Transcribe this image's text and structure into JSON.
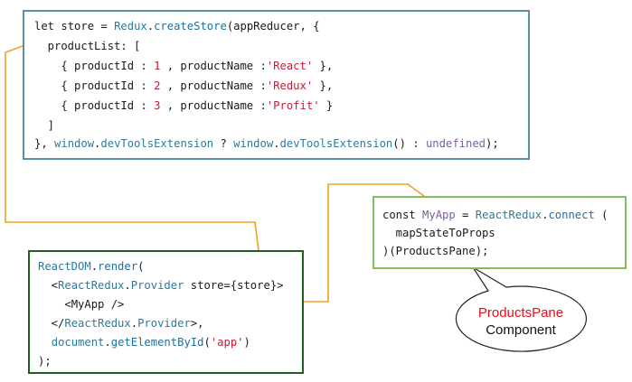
{
  "store_code": {
    "line1": {
      "a": "let ",
      "b": "store",
      "c": " = ",
      "d": "Redux",
      "e": ".",
      "f": "createStore",
      "g": "(appReducer, {"
    },
    "line2": "  productList: [",
    "items": [
      {
        "open": "    { productId : ",
        "id": "1",
        "mid": " , productName :",
        "name": "'React'",
        "close": " },"
      },
      {
        "open": "    { productId : ",
        "id": "2",
        "mid": " , productName :",
        "name": "'Redux'",
        "close": " },"
      },
      {
        "open": "    { productId : ",
        "id": "3",
        "mid": " , productName :",
        "name": "'Profit'",
        "close": " }"
      }
    ],
    "line6": "  ]",
    "line7": {
      "a": "}, ",
      "b": "window",
      "c": ".",
      "d": "devToolsExtension",
      "e": " ? ",
      "f": "window",
      "g": ".",
      "h": "devToolsExtension",
      "i": "() : ",
      "j": "undefined",
      "k": ");"
    }
  },
  "render_code": {
    "line1": {
      "a": "ReactDOM",
      "b": ".",
      "c": "render",
      "d": "("
    },
    "line2": {
      "a": "  <",
      "b": "ReactRedux",
      "c": ".",
      "d": "Provider",
      "e": " store={store}>"
    },
    "line3": {
      "a": "    <",
      "b": "MyApp",
      "c": " />"
    },
    "line4": {
      "a": "  </",
      "b": "ReactRedux",
      "c": ".",
      "d": "Provider",
      "e": ">,"
    },
    "line5": {
      "a": "  ",
      "b": "document",
      "c": ".",
      "d": "getElementById",
      "e": "(",
      "f": "'app'",
      "g": ")"
    },
    "line6": ");"
  },
  "connect_code": {
    "line1": {
      "a": "const ",
      "b": "MyApp",
      "c": " = ",
      "d": "ReactRedux",
      "e": ".",
      "f": "connect",
      "g": " ("
    },
    "line2": "  mapStateToProps",
    "line3": ")(ProductsPane);"
  },
  "callout": {
    "title": "ProductsPane",
    "subtitle": "Component"
  },
  "colors": {
    "arrow": "#f0a020",
    "store_border": "#5b8fa8",
    "render_border": "#1f5f1f",
    "connect_border": "#7fbf5f",
    "string": "#c0203c",
    "identifier": "#2f7a9a"
  }
}
